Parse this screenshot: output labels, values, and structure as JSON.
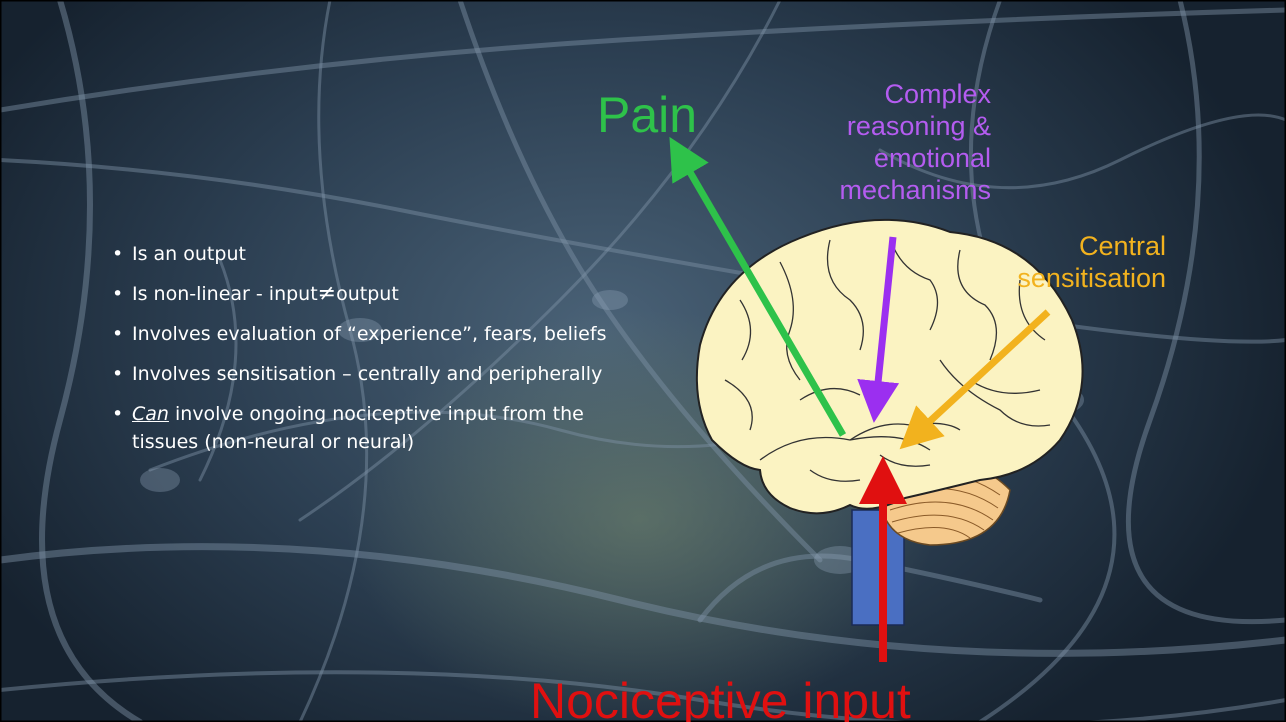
{
  "bullets": [
    {
      "text": "Is an output"
    },
    {
      "pre": "Is non-linear - input",
      "symbol": "≠",
      "post": "output"
    },
    {
      "text": "Involves evaluation of “experience”, fears, beliefs"
    },
    {
      "text": "Involves sensitisation – centrally and peripherally"
    },
    {
      "emph": "Can",
      "rest": " involve ongoing nociceptive input from the tissues (non-neural or neural)"
    }
  ],
  "labels": {
    "pain": "Pain",
    "complex": [
      "Complex",
      "reasoning &",
      "emotional",
      "mechanisms"
    ],
    "central": [
      "Central",
      "sensitisation"
    ],
    "nociceptive": "Nociceptive input"
  },
  "colors": {
    "pain": "#2ec24a",
    "complex": "#9b2ff0",
    "central": "#f2b21e",
    "nociceptive": "#e01010",
    "brain_fill": "#fbf3c2",
    "cerebellum_fill": "#f5c98c",
    "brainstem_fill": "#4a6fc2"
  }
}
